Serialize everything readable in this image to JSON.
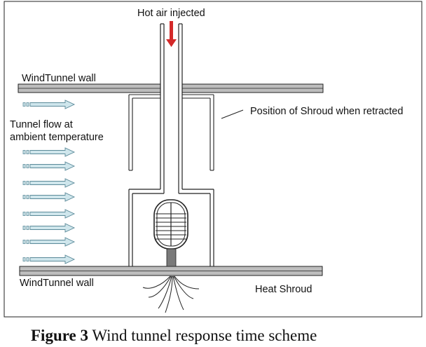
{
  "labels": {
    "hot_air": "Hot air injected",
    "wall_top": "WindTunnel wall",
    "wall_bottom": "WindTunnel wall",
    "tunnel_flow_line1": "Tunnel flow at",
    "tunnel_flow_line2": "ambient temperature",
    "shroud_retracted": "Position of Shroud when retracted",
    "heat_shroud": "Heat Shroud"
  },
  "caption": {
    "bold": "Figure 3",
    "text": " Wind tunnel response time scheme"
  },
  "colors": {
    "stroke": "#222222",
    "wall_fill": "#bdbdbd",
    "arrow_fill": "#cfe6ec",
    "arrow_stroke": "#5b8a99",
    "hot_arrow": "#d42a2a",
    "stem_fill": "#7a7a7a"
  }
}
